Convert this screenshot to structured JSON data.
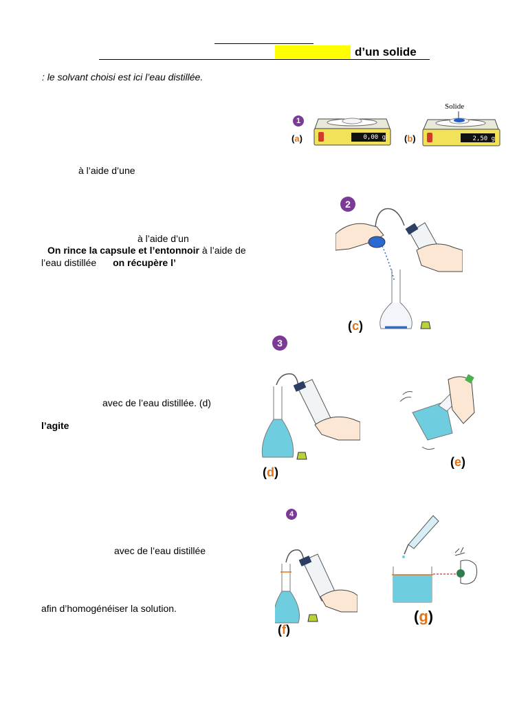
{
  "header": {
    "title_suffix": "d’un solide",
    "highlight_color": "#ffff00"
  },
  "intro": {
    "text": ": le solvant choisi est ici l’eau distillée."
  },
  "step1": {
    "badge": "1",
    "text": "à l’aide d’une",
    "fig_a": "a",
    "fig_b": "b",
    "display_a": "0,00 g",
    "display_b": "2,50 g",
    "solid_label": "Solide"
  },
  "step2": {
    "badge": "2",
    "line1": "à l’aide d’un",
    "line2_bold": "On rince la capsule et l’entonnoir",
    "line2_rest": " à l’aide de",
    "line3_start": "l’eau distillée",
    "line3_bold": "on récupère l’",
    "fig_c": "c"
  },
  "step3": {
    "badge": "3",
    "line1": "avec de l’eau distillée. (d)",
    "line2_bold": "l’agite",
    "fig_d": "d",
    "fig_e": "e"
  },
  "step4": {
    "badge": "4",
    "line1": "avec de l’eau distillée",
    "line2": "afin d’homogénéiser la solution.",
    "fig_f": "f",
    "fig_g": "g"
  },
  "colors": {
    "solution": "#6fcde0",
    "badge": "#7b3a96",
    "scale_body": "#f2e25a",
    "letter": "#e0731a"
  }
}
